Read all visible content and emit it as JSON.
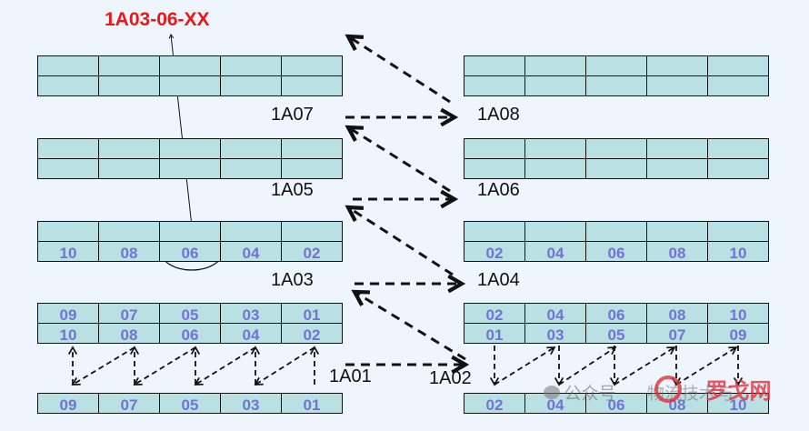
{
  "title": "1A03-06-XX",
  "aisle_labels": {
    "a07": "1A07",
    "a08": "1A08",
    "a05": "1A05",
    "a06": "1A06",
    "a03": "1A03",
    "a04": "1A04",
    "a01": "1A01",
    "a02": "1A02"
  },
  "shelves": {
    "left_1a07": {
      "top": [
        "",
        "",
        "",
        "",
        ""
      ],
      "bottom": [
        "",
        "",
        "",
        "",
        ""
      ]
    },
    "right_1a08": {
      "top": [
        "",
        "",
        "",
        "",
        ""
      ],
      "bottom": [
        "",
        "",
        "",
        "",
        ""
      ]
    },
    "left_1a05": {
      "top": [
        "",
        "",
        "",
        "",
        ""
      ],
      "bottom": [
        "",
        "",
        "",
        "",
        ""
      ]
    },
    "right_1a06": {
      "top": [
        "",
        "",
        "",
        "",
        ""
      ],
      "bottom": [
        "",
        "",
        "",
        "",
        ""
      ]
    },
    "left_1a03": {
      "top": [
        "",
        "",
        "",
        "",
        ""
      ],
      "bottom": [
        "10",
        "08",
        "06",
        "04",
        "02"
      ]
    },
    "right_1a04": {
      "top": [
        "",
        "",
        "",
        "",
        ""
      ],
      "bottom": [
        "02",
        "04",
        "06",
        "08",
        "10"
      ]
    },
    "left_1a01_upper": {
      "top": [
        "09",
        "07",
        "05",
        "03",
        "01"
      ],
      "bottom": [
        "10",
        "08",
        "06",
        "04",
        "02"
      ]
    },
    "right_1a02_upper": {
      "top": [
        "02",
        "04",
        "06",
        "08",
        "10"
      ],
      "bottom": [
        "01",
        "03",
        "05",
        "07",
        "09"
      ]
    },
    "left_1a01_lower": {
      "row": [
        "09",
        "07",
        "05",
        "03",
        "01"
      ]
    },
    "right_1a02_lower": {
      "row": [
        "02",
        "04",
        "06",
        "08",
        "10"
      ]
    }
  },
  "highlighted_cell": "06",
  "watermark": {
    "wechat_text": "公众号",
    "brand_text": "物流技术与",
    "logo_text": "罗戈网"
  },
  "colors": {
    "background": "#eef5fd",
    "cell_fill": "#b9e0e3",
    "cell_text": "#7373d6",
    "title": "#f01515",
    "watermark_red": "#e0303a"
  }
}
